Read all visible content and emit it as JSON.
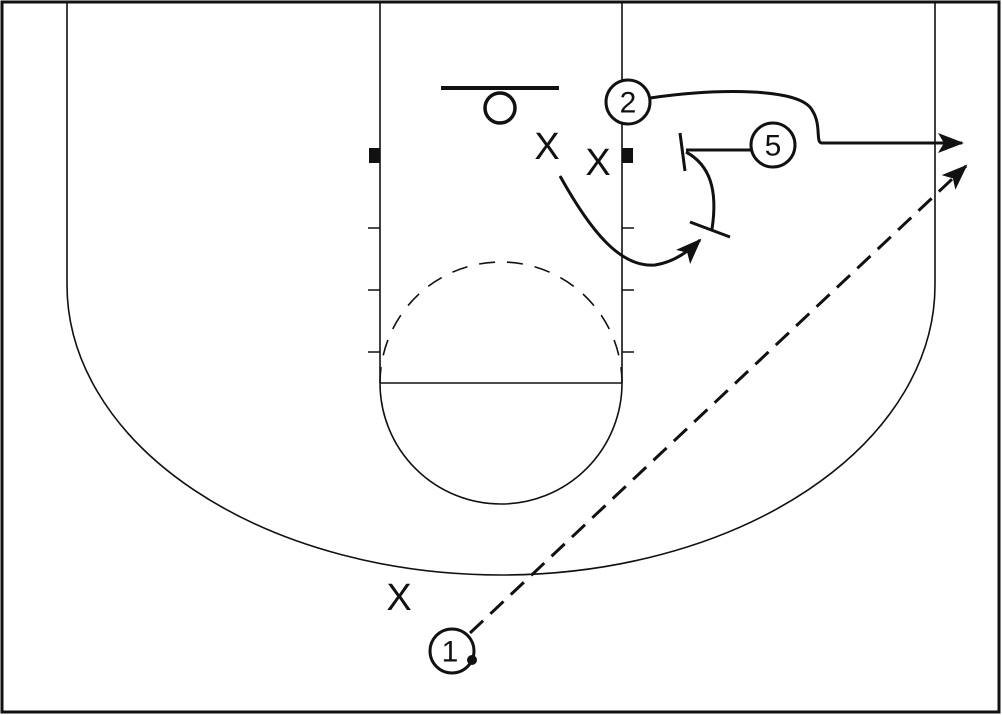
{
  "diagram": {
    "players": [
      {
        "id": "1",
        "label": "1",
        "has_ball": true
      },
      {
        "id": "2",
        "label": "2"
      },
      {
        "id": "5",
        "label": "5"
      }
    ],
    "defenders": [
      {
        "label": "X"
      },
      {
        "label": "X"
      },
      {
        "label": "X"
      }
    ],
    "colors": {
      "ink": "#111111",
      "background": "#ffffff"
    }
  }
}
